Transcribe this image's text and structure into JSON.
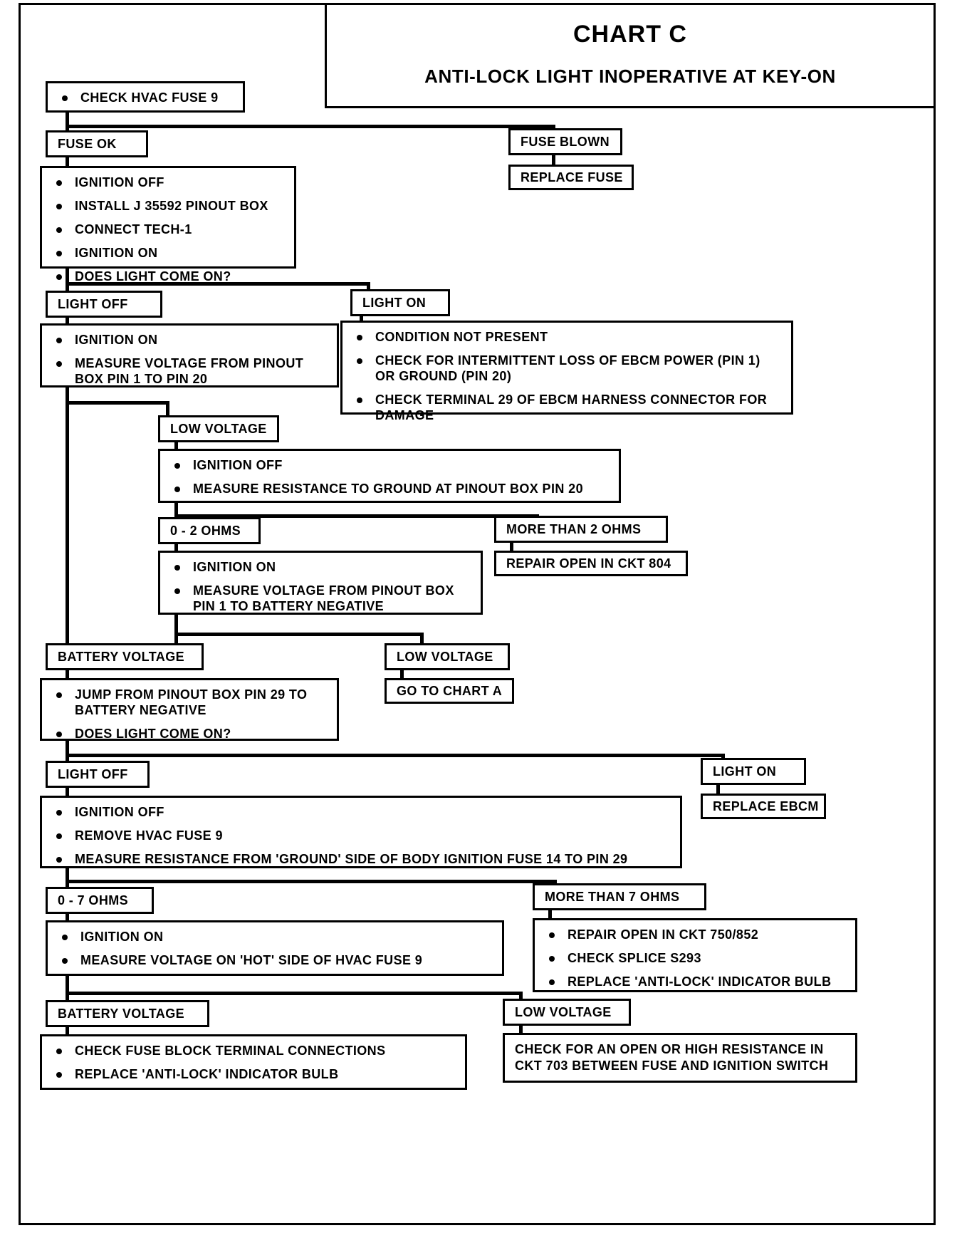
{
  "header": {
    "title": "CHART C",
    "subtitle": "ANTI-LOCK LIGHT INOPERATIVE AT KEY-ON"
  },
  "nodes": {
    "check_fuse": {
      "bullets": [
        "CHECK HVAC FUSE 9"
      ]
    },
    "fuse_ok": {
      "label": "FUSE OK"
    },
    "fuse_blown": {
      "label": "FUSE BLOWN"
    },
    "replace_fuse": {
      "label": "REPLACE FUSE"
    },
    "setup": {
      "bullets": [
        "IGNITION OFF",
        "INSTALL J 35592 PINOUT BOX",
        "CONNECT TECH-1",
        "IGNITION ON",
        "DOES LIGHT COME ON?"
      ]
    },
    "light_off_1": {
      "label": "LIGHT OFF"
    },
    "light_on_1": {
      "label": "LIGHT ON"
    },
    "measure_pin1_pin20": {
      "bullets": [
        "IGNITION ON",
        "MEASURE VOLTAGE FROM PINOUT BOX PIN 1 TO PIN 20"
      ]
    },
    "condition_not_present": {
      "bullets": [
        "CONDITION NOT PRESENT",
        "CHECK FOR INTERMITTENT LOSS OF EBCM POWER (PIN 1) OR GROUND (PIN 20)",
        "CHECK TERMINAL 29 OF EBCM HARNESS CONNECTOR FOR DAMAGE"
      ]
    },
    "low_voltage_1": {
      "label": "LOW VOLTAGE"
    },
    "measure_resistance_pin20": {
      "bullets": [
        "IGNITION OFF",
        "MEASURE  RESISTANCE TO GROUND AT PINOUT BOX PIN 20"
      ]
    },
    "ohms_0_2": {
      "label": "0 - 2 OHMS"
    },
    "more_than_2_ohms": {
      "label": "MORE  THAN 2 OHMS"
    },
    "repair_ckt_804": {
      "label": "REPAIR OPEN IN CKT 804"
    },
    "measure_pin1_batneg": {
      "bullets": [
        "IGNITION ON",
        "MEASURE VOLTAGE FROM PINOUT BOX PIN 1 TO BATTERY NEGATIVE"
      ]
    },
    "battery_voltage_1": {
      "label": "BATTERY VOLTAGE"
    },
    "low_voltage_2": {
      "label": "LOW VOLTAGE"
    },
    "go_to_chart_a": {
      "label": "GO TO CHART A"
    },
    "jump_pin29": {
      "bullets": [
        "JUMP FROM PINOUT BOX PIN 29 TO BATTERY NEGATIVE",
        "DOES LIGHT COME ON?"
      ]
    },
    "light_off_2": {
      "label": "LIGHT OFF"
    },
    "light_on_2": {
      "label": "LIGHT ON"
    },
    "replace_ebcm": {
      "label": "REPLACE EBCM"
    },
    "measure_fuse14_pin29": {
      "bullets": [
        "IGNITION OFF",
        "REMOVE HVAC FUSE 9",
        "MEASURE RESISTANCE FROM 'GROUND' SIDE OF BODY IGNITION FUSE 14 TO PIN 29"
      ]
    },
    "ohms_0_7": {
      "label": "0 - 7 OHMS"
    },
    "more_than_7_ohms": {
      "label": "MORE  THAN 7 OHMS"
    },
    "repair_ckt_750": {
      "bullets": [
        "REPAIR OPEN IN CKT 750/852",
        "CHECK SPLICE S293",
        "REPLACE 'ANTI-LOCK' INDICATOR BULB"
      ]
    },
    "measure_hot_side": {
      "bullets": [
        "IGNITION ON",
        "MEASURE VOLTAGE ON 'HOT' SIDE OF HVAC FUSE 9"
      ]
    },
    "battery_voltage_2": {
      "label": "BATTERY VOLTAGE"
    },
    "low_voltage_3": {
      "label": "LOW VOLTAGE"
    },
    "check_fuse_block": {
      "bullets": [
        "CHECK FUSE BLOCK TERMINAL CONNECTIONS",
        "REPLACE 'ANTI-LOCK' INDICATOR BULB"
      ]
    },
    "check_open_ckt703": {
      "text": "CHECK FOR AN OPEN OR HIGH RESISTANCE IN CKT 703 BETWEEN FUSE AND IGNITION SWITCH"
    }
  }
}
